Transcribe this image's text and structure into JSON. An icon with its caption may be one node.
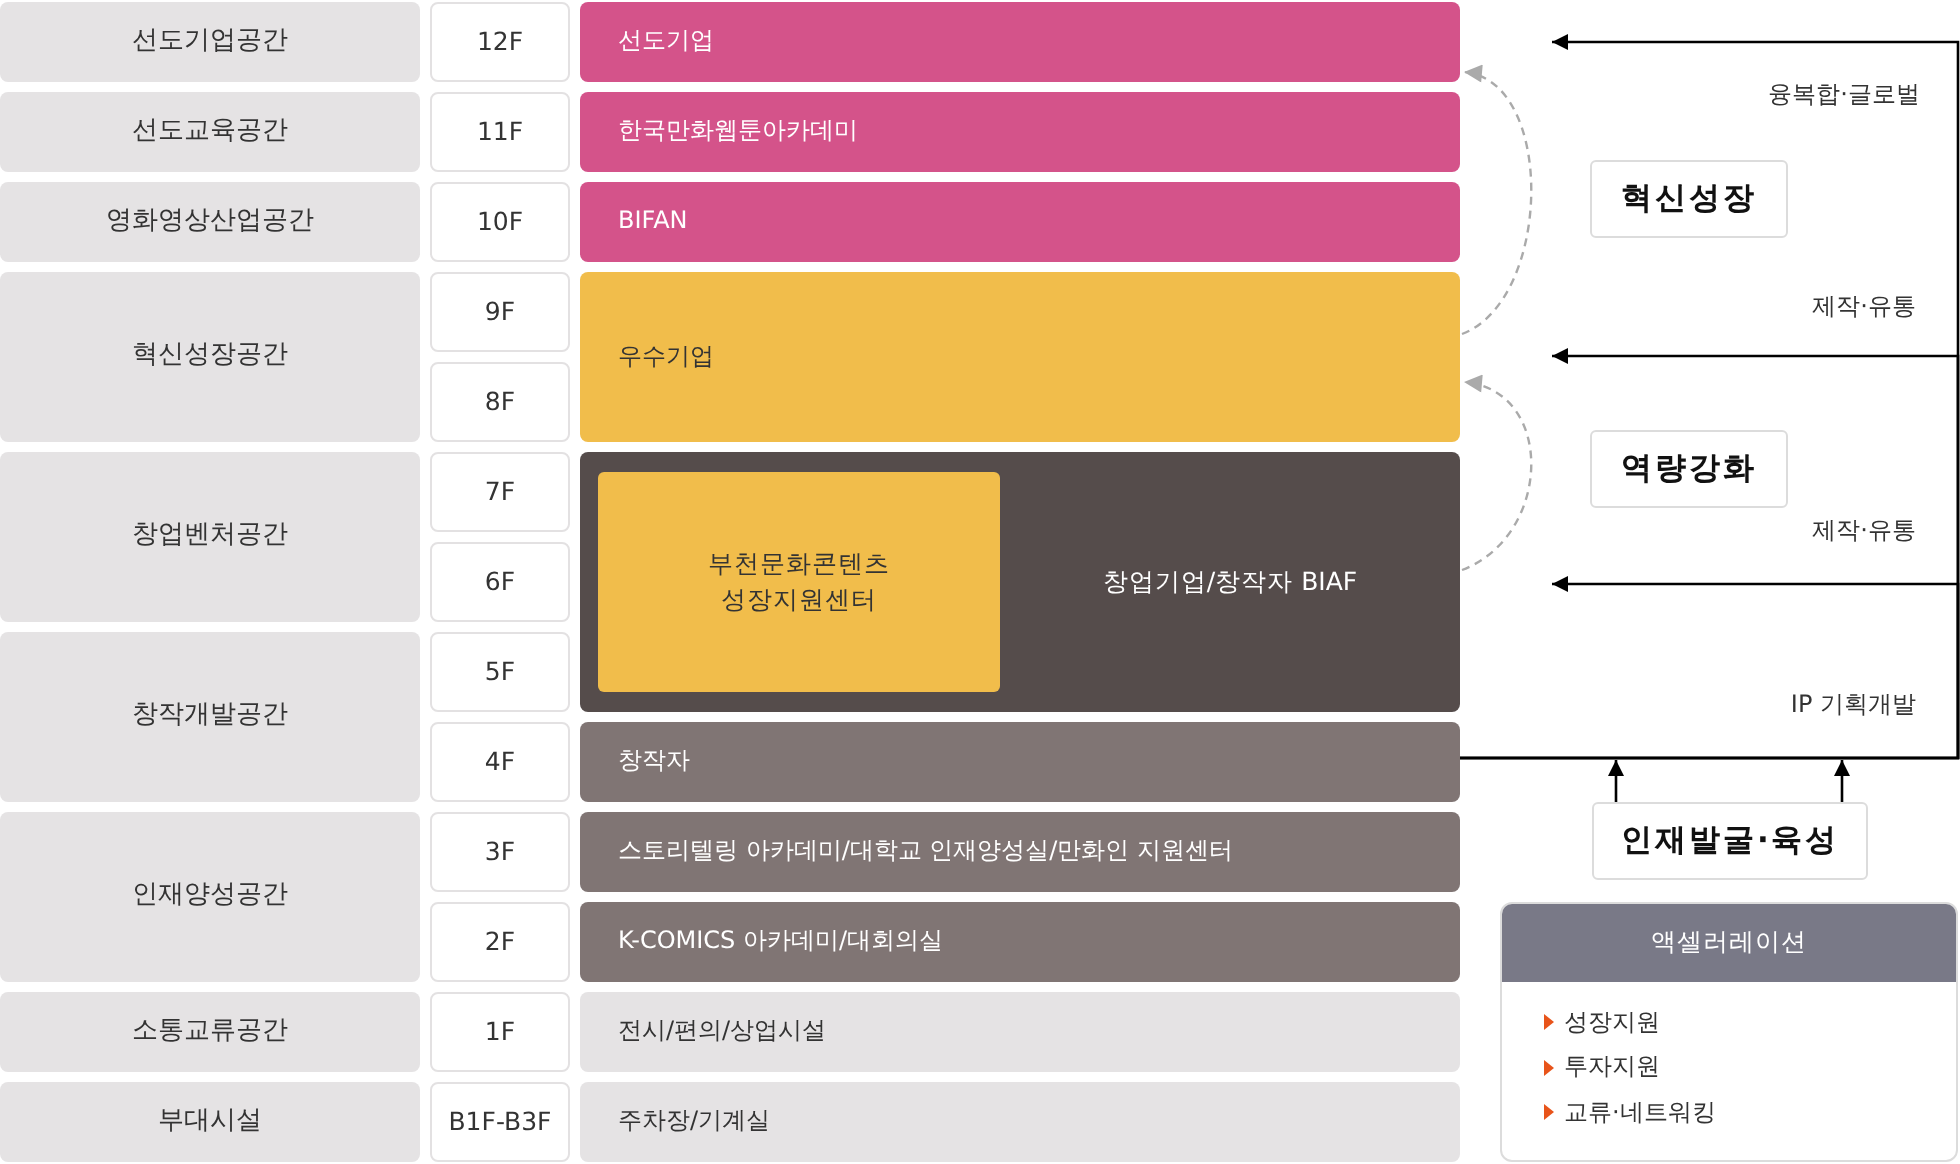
{
  "diagram": {
    "nodes": [
      {
        "text": [
          "선도기업공간"
        ]
      },
      {
        "text": [
          "12F"
        ]
      },
      {
        "text": [
          "선도기업"
        ]
      },
      {
        "text": [
          "선도교육공간"
        ]
      },
      {
        "text": [
          "11F"
        ]
      },
      {
        "text": [
          "한국만화웹툰아카데미"
        ]
      },
      {
        "text": [
          "영화영상산업공간"
        ]
      },
      {
        "text": [
          "10F"
        ]
      },
      {
        "text": [
          "BIFAN"
        ]
      },
      {
        "text": [
          "혁신성장공간"
        ]
      },
      {
        "text": [
          "9F"
        ]
      },
      {
        "text": [
          "우수기업"
        ]
      },
      {
        "text": [
          "8F"
        ]
      },
      {
        "text": [
          "창업벤처공간"
        ]
      },
      {
        "text": [
          "7F"
        ]
      },
      {
        "text": [
          "창업기업/창작자 BIAF"
        ]
      },
      {
        "text": [
          "부천문화콘텐츠 성장지원센터"
        ],
        "in": 15
      },
      {
        "text": [
          "6F"
        ]
      },
      {
        "text": [
          "창작개발공간"
        ]
      },
      {
        "text": [
          "5F"
        ]
      },
      {
        "text": [
          "4F"
        ]
      },
      {
        "text": [
          "창작자"
        ]
      },
      {
        "text": [
          "인재양성공간"
        ]
      },
      {
        "text": [
          "3F"
        ]
      },
      {
        "text": [
          "스토리텔링 아카데미/대학교 인재양성실/만화인 지원센터"
        ]
      },
      {
        "text": [
          "2F"
        ]
      },
      {
        "text": [
          "K-COMICS 아카데미/대회의실"
        ]
      },
      {
        "text": [
          "소통교류공간"
        ]
      },
      {
        "text": [
          "1F"
        ]
      },
      {
        "text": [
          "전시/편의/상업시설"
        ]
      },
      {
        "text": [
          "부대시설"
        ]
      },
      {
        "text": [
          "B1F-B3F"
        ]
      },
      {
        "text": [
          "주차장/기계실"
        ]
      },
      {
        "text": [
          "혁신성장"
        ]
      },
      {
        "text": [
          "역량강화"
        ]
      },
      {
        "text": [
          "인재발굴·육성"
        ]
      },
      {
        "text": [
          "액셀러레이션",
          "성장지원",
          "투자지원",
          "교류·네트워킹"
        ]
      }
    ],
    "edges": [
      {
        "from": 21,
        "to": null,
        "arrow": "to"
      },
      {
        "from": 21,
        "to": null,
        "arrow": "to"
      },
      {
        "from": 21,
        "to": null,
        "arrow": "to"
      },
      {
        "from": 35,
        "to": null,
        "arrow": "to"
      },
      {
        "from": 35,
        "to": null,
        "arrow": "to"
      },
      {
        "from": 11,
        "to": 2,
        "arrow": "to",
        "style": "dashed",
        "color": "#aaaaaa"
      },
      {
        "from": 15,
        "to": 11,
        "arrow": "to",
        "style": "dashed",
        "color": "#aaaaaa"
      }
    ],
    "labels": [
      "융복합·글로벌",
      "제작·유통",
      "제작·유통",
      "IP 기획개발"
    ]
  }
}
